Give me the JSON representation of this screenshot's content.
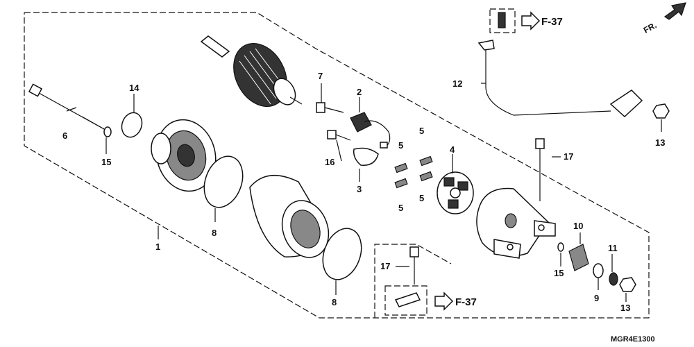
{
  "diagram": {
    "drawing_code": "MGR4E1300",
    "front_indicator": "FR.",
    "reference_pages": [
      "F-37",
      "F-37"
    ],
    "callouts": [
      "1",
      "2",
      "3",
      "4",
      "5",
      "5",
      "5",
      "5",
      "5",
      "6",
      "7",
      "8",
      "8",
      "9",
      "10",
      "11",
      "12",
      "13",
      "13",
      "14",
      "15",
      "15",
      "16",
      "17",
      "17"
    ]
  }
}
